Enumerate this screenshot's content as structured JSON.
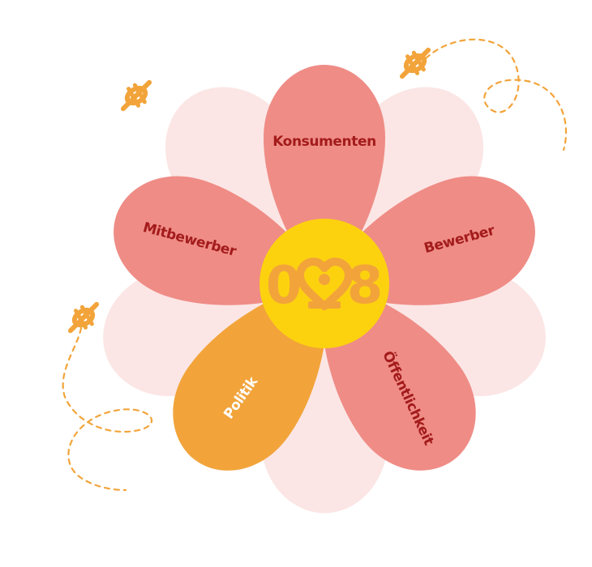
{
  "colors": {
    "background": "#ffffff",
    "back_petal": "#fbe6e5",
    "main_petal": "#ef8c86",
    "highlight_petal": "#f2a43a",
    "center": "#fcd20f",
    "logo": "#f2a43a",
    "label_dark": "#a31b1b",
    "label_light": "#ffffff",
    "bee": "#f2a43a",
    "path": "#f2a43a"
  },
  "logo": {
    "left_digit": "0",
    "right_digit": "8",
    "icon": "heart-bee-icon"
  },
  "petals": [
    {
      "label": "Konsumenten",
      "highlighted": false
    },
    {
      "label": "Bewerber",
      "highlighted": false
    },
    {
      "label": "Öffentlichkeit",
      "highlighted": false
    },
    {
      "label": "Politik",
      "highlighted": true
    },
    {
      "label": "Mitbewerber",
      "highlighted": false
    }
  ],
  "decorations": [
    "bee-icon",
    "bee-icon",
    "bee-icon",
    "dashed-flight-path",
    "dashed-flight-path"
  ]
}
